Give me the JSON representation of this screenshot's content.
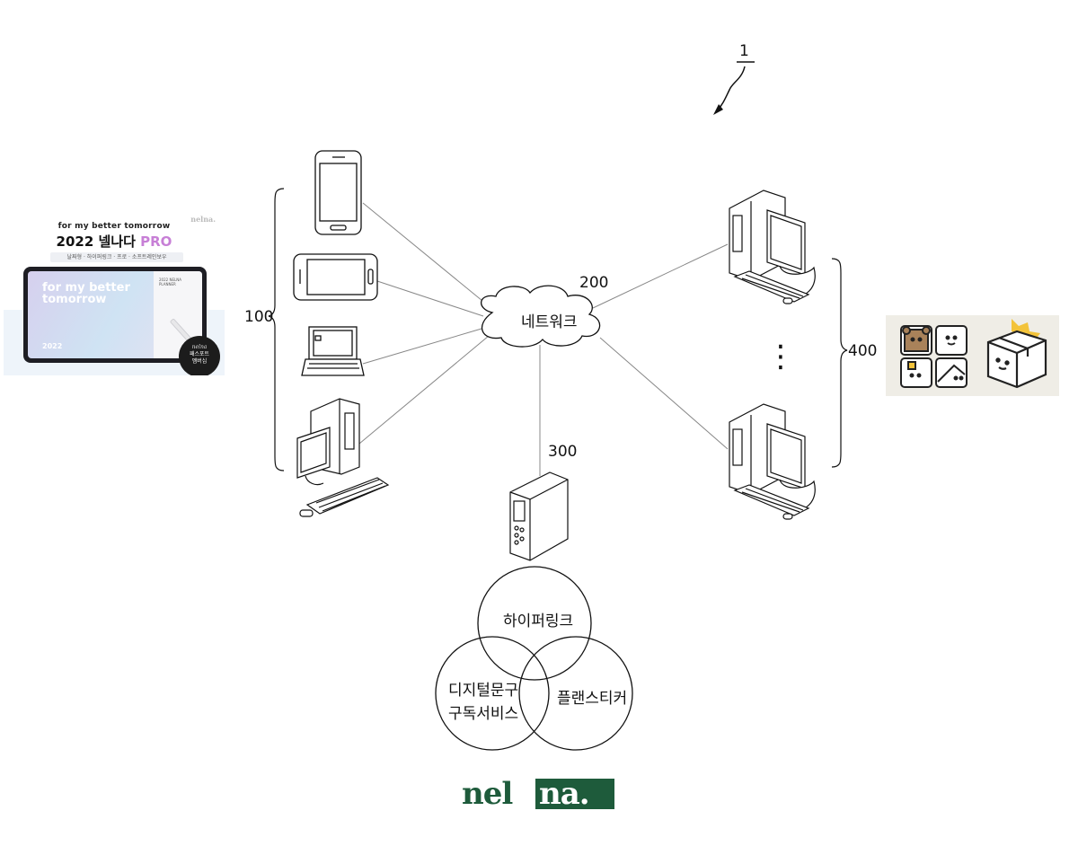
{
  "figure": {
    "system_ref": "1",
    "user_group_ref": "100",
    "network_ref": "200",
    "network_label": "네트워크",
    "server_ref": "300",
    "client_group_ref": "400",
    "ellipsis": "⋮"
  },
  "venn": {
    "top_label": "하이퍼링크",
    "left_label_line1": "디지털문구",
    "left_label_line2": "구독서비스",
    "right_label": "플랜스티커"
  },
  "promo": {
    "tagline": "for my better tomorrow",
    "brand_small": "nelna.",
    "title_main": "2022 넬나다 ",
    "title_pro": "PRO",
    "subtitle": "날짜형 · 하이퍼링크 · 프로 · 소프트레인보우",
    "screen_text": "for my better tomorrow",
    "screen_year": "2022",
    "page_text": "2022 NELNA PLANNER",
    "badge_line1": "nelna",
    "badge_line2": "패스포트",
    "badge_line3": "멤버십"
  },
  "logo": {
    "left_part": "nel",
    "right_part": "na."
  },
  "colors": {
    "logo_green": "#1e5b3b",
    "pro_purple": "#c77fd6",
    "sticker_bg": "#efede6",
    "sticker_brown": "#a9825a",
    "sticker_yellow": "#f3c33a"
  },
  "icons": [
    "smartphone-icon",
    "tablet-icon",
    "laptop-icon",
    "desktop-computer-icon",
    "server-icon",
    "cloud-icon",
    "bear-sticker-icon",
    "box-sticker-icon"
  ]
}
